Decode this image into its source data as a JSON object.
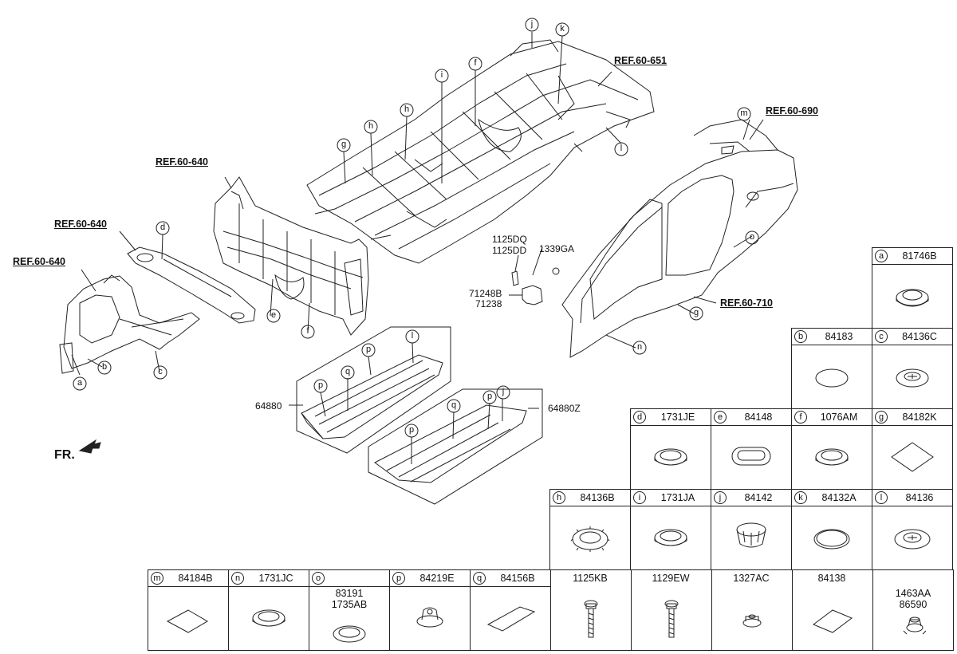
{
  "refs": {
    "ref651": "REF.60-651",
    "ref690": "REF.60-690",
    "ref640a": "REF.60-640",
    "ref640b": "REF.60-640",
    "ref640c": "REF.60-640",
    "ref710": "REF.60-710"
  },
  "part_labels": {
    "p1125dq": "1125DQ",
    "p1125dd": "1125DD",
    "p1339ga": "1339GA",
    "p71248b": "71248B",
    "p71238": "71238",
    "p64880": "64880",
    "p64880z": "64880Z"
  },
  "callouts": [
    "a",
    "b",
    "c",
    "d",
    "e",
    "f",
    "g",
    "h",
    "i",
    "j",
    "k",
    "l",
    "m",
    "n",
    "o",
    "p",
    "q"
  ],
  "fr_label": "FR.",
  "legend": {
    "a": {
      "letter": "a",
      "part": "81746B"
    },
    "b": {
      "letter": "b",
      "part": "84183"
    },
    "c": {
      "letter": "c",
      "part": "84136C"
    },
    "d": {
      "letter": "d",
      "part": "1731JE"
    },
    "e": {
      "letter": "e",
      "part": "84148"
    },
    "f": {
      "letter": "f",
      "part": "1076AM"
    },
    "g": {
      "letter": "g",
      "part": "84182K"
    },
    "h": {
      "letter": "h",
      "part": "84136B"
    },
    "i": {
      "letter": "i",
      "part": "1731JA"
    },
    "j": {
      "letter": "j",
      "part": "84142"
    },
    "k": {
      "letter": "k",
      "part": "84132A"
    },
    "l": {
      "letter": "l",
      "part": "84136"
    },
    "m": {
      "letter": "m",
      "part": "84184B"
    },
    "n": {
      "letter": "n",
      "part": "1731JC"
    },
    "o": {
      "letter": "o",
      "part": "",
      "part2": "83191\n1735AB"
    },
    "p": {
      "letter": "p",
      "part": "84219E"
    },
    "q": {
      "letter": "q",
      "part": "84156B"
    },
    "kb": {
      "part": "1125KB"
    },
    "ew": {
      "part": "1129EW"
    },
    "ac": {
      "part": "1327AC"
    },
    "s138": {
      "part": "84138"
    },
    "aa": {
      "part": "",
      "part2": "1463AA\n86590"
    }
  }
}
